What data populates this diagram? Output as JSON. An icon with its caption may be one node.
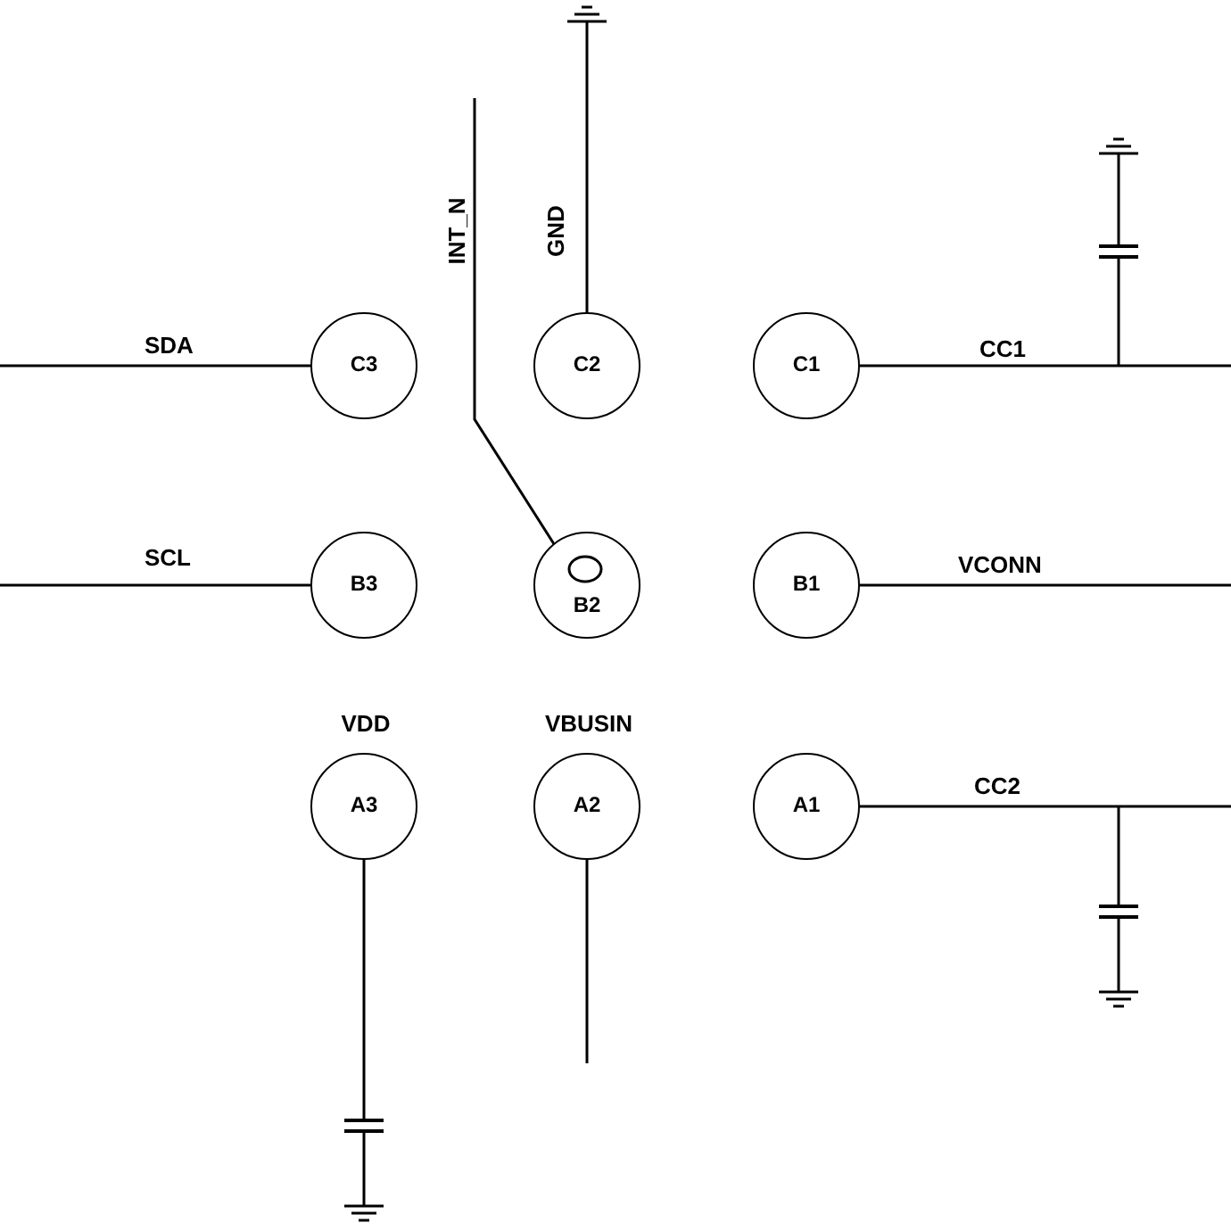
{
  "diagram": {
    "nodes": [
      {
        "text": [
          "C3"
        ]
      },
      {
        "text": [
          "C2"
        ]
      },
      {
        "text": [
          "C1"
        ]
      },
      {
        "text": [
          "B3"
        ]
      },
      {
        "text": [
          "B2"
        ]
      },
      {
        "text": [
          "B1"
        ]
      },
      {
        "text": [
          "A3"
        ],
        "beside": [
          "VDD"
        ]
      },
      {
        "text": [
          "A2"
        ],
        "beside": [
          "VBUSIN"
        ]
      },
      {
        "text": [
          "A1"
        ]
      }
    ],
    "edges": [
      {
        "from": 0,
        "to": null,
        "arrow": "none",
        "label": "SDA"
      },
      {
        "from": 4,
        "to": null,
        "arrow": "none",
        "label": "INT_N"
      },
      {
        "from": 1,
        "to": null,
        "arrow": "none",
        "label": "GND"
      },
      {
        "from": 2,
        "to": null,
        "arrow": "none",
        "label": "CC1"
      },
      {
        "from": 3,
        "to": null,
        "arrow": "none",
        "label": "SCL"
      },
      {
        "from": 5,
        "to": null,
        "arrow": "none",
        "label": "VCONN"
      },
      {
        "from": 6,
        "to": null,
        "arrow": "none"
      },
      {
        "from": 7,
        "to": null,
        "arrow": "none"
      },
      {
        "from": 8,
        "to": null,
        "arrow": "none",
        "label": "CC2"
      }
    ]
  }
}
